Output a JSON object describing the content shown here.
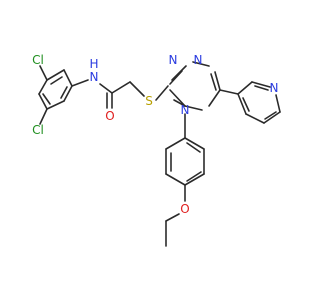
{
  "molecule": {
    "atoms": {
      "cl_top": "Cl",
      "cl_bottom": "Cl",
      "n_amide": "N",
      "h_amide": "H",
      "o_carbonyl": "O",
      "s_thio": "S",
      "n_triazole_1": "N",
      "n_triazole_2": "N",
      "n_triazole_4": "N",
      "n_pyridine": "N",
      "o_ether": "O"
    },
    "colors": {
      "carbon_bond": "#2b2b2b",
      "chlorine": "#1f8f1f",
      "nitrogen": "#2a3be0",
      "oxygen": "#e02020",
      "sulfur": "#b8a000"
    }
  }
}
